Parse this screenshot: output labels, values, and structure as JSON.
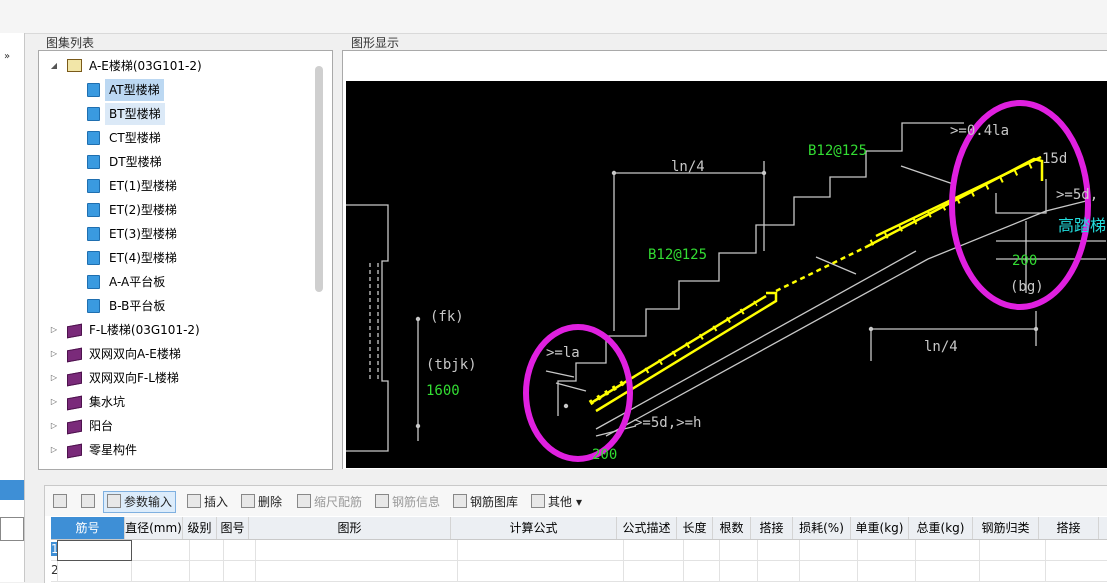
{
  "left_strip": {
    "arrows": "»"
  },
  "atlas_panel": {
    "title": "图集列表",
    "tree": [
      {
        "label": "A-E楼梯(03G101-2)",
        "level": 0,
        "expander": "expanded",
        "icon": "open-book-icon"
      },
      {
        "label": "AT型楼梯",
        "level": 1,
        "icon": "doc-icon",
        "state": "selected"
      },
      {
        "label": "BT型楼梯",
        "level": 1,
        "icon": "doc-icon",
        "state": "hover"
      },
      {
        "label": "CT型楼梯",
        "level": 1,
        "icon": "doc-icon"
      },
      {
        "label": "DT型楼梯",
        "level": 1,
        "icon": "doc-icon"
      },
      {
        "label": "ET(1)型楼梯",
        "level": 1,
        "icon": "doc-icon"
      },
      {
        "label": "ET(2)型楼梯",
        "level": 1,
        "icon": "doc-icon"
      },
      {
        "label": "ET(3)型楼梯",
        "level": 1,
        "icon": "doc-icon"
      },
      {
        "label": "ET(4)型楼梯",
        "level": 1,
        "icon": "doc-icon"
      },
      {
        "label": "A-A平台板",
        "level": 1,
        "icon": "doc-icon"
      },
      {
        "label": "B-B平台板",
        "level": 1,
        "icon": "doc-icon"
      },
      {
        "label": "F-L楼梯(03G101-2)",
        "level": 0,
        "expander": "collapsed",
        "icon": "book-icon"
      },
      {
        "label": "双网双向A-E楼梯",
        "level": 0,
        "expander": "collapsed",
        "icon": "book-icon"
      },
      {
        "label": "双网双向F-L楼梯",
        "level": 0,
        "expander": "collapsed",
        "icon": "book-icon"
      },
      {
        "label": "集水坑",
        "level": 0,
        "expander": "collapsed",
        "icon": "book-icon"
      },
      {
        "label": "阳台",
        "level": 0,
        "expander": "collapsed",
        "icon": "book-icon"
      },
      {
        "label": "零星构件",
        "level": 0,
        "expander": "collapsed",
        "icon": "book-icon"
      }
    ]
  },
  "graph_panel": {
    "title": "图形显示",
    "drawing": {
      "labels": {
        "ln4_top": "ln/4",
        "ln4_bottom": "ln/4",
        "rebar_top": "B12@125",
        "rebar_mid": "B12@125",
        "anchor_top": ">=0.4la",
        "hook_15d": "15d",
        "right_5d": ">=5d,",
        "height_label": "高踏梯",
        "width_200_top": "200",
        "bg": "(bg)",
        "fk": "(fk)",
        "tbjk": "(tbjk)",
        "dim_1600": "1600",
        "la": ">=la",
        "bottom_5d": ">=5d,>=h",
        "width_200_bottom": "200"
      },
      "colors": {
        "background": "#000000",
        "lines": "#c8c8c8",
        "rebar": "#ffff00",
        "green_text": "#33dd33",
        "cyan_text": "#22dddd",
        "highlight_ellipse": "#e020e0"
      }
    }
  },
  "bottom_panel": {
    "toolbar": [
      {
        "label": "",
        "icon": "move-up-icon",
        "enabled": true
      },
      {
        "label": "",
        "icon": "move-down-icon",
        "enabled": true
      },
      {
        "label": "参数输入",
        "icon": "param-icon",
        "enabled": true,
        "active": true
      },
      {
        "label": "插入",
        "icon": "insert-icon",
        "enabled": true
      },
      {
        "label": "删除",
        "icon": "delete-icon",
        "enabled": true
      },
      {
        "label": "缩尺配筋",
        "icon": "scale-rebar-icon",
        "enabled": false
      },
      {
        "label": "钢筋信息",
        "icon": "rebar-info-icon",
        "enabled": false
      },
      {
        "label": "钢筋图库",
        "icon": "rebar-library-icon",
        "enabled": true
      },
      {
        "label": "其他",
        "icon": "other-icon",
        "enabled": true,
        "dropdown": "▾"
      }
    ],
    "columns": [
      "筋号",
      "直径(mm)",
      "级别",
      "图号",
      "图形",
      "计算公式",
      "公式描述",
      "长度",
      "根数",
      "搭接",
      "损耗(%)",
      "单重(kg)",
      "总重(kg)",
      "钢筋归类",
      "搭接"
    ],
    "rows": [
      {
        "num": "1"
      },
      {
        "num": "2"
      }
    ]
  }
}
